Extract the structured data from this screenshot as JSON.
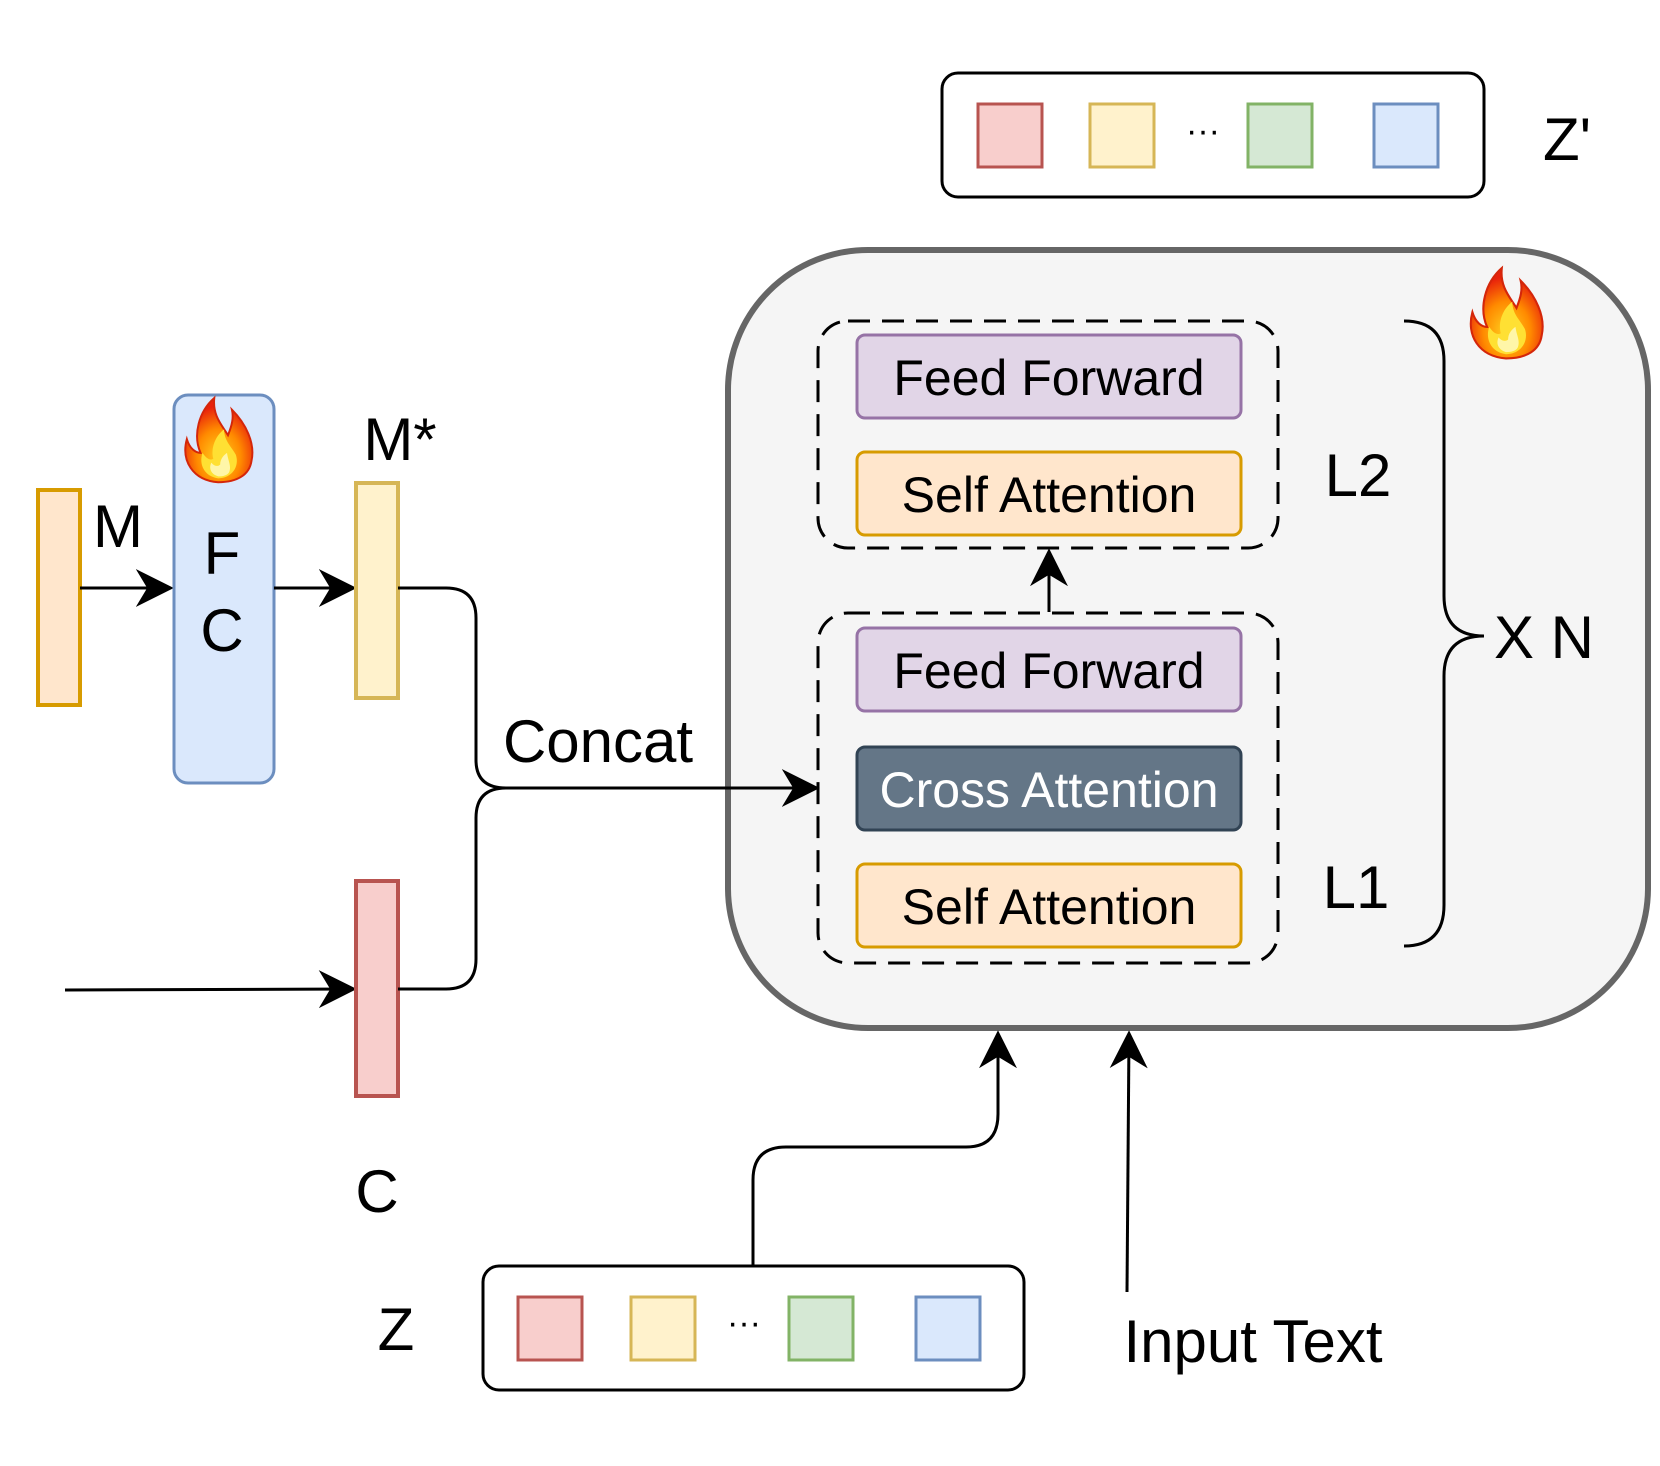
{
  "labels": {
    "m": "M",
    "fc_f": "F",
    "fc_c": "C",
    "m_star": "M*",
    "c": "C",
    "concat": "Concat",
    "z": "Z",
    "z_prime": "Z'",
    "ellipsis": "···",
    "input_text": "Input Text",
    "xn": "X N",
    "l1": "L1",
    "l2": "L2"
  },
  "blocks": {
    "l2_feed_forward": "Feed Forward",
    "l2_self_attention": "Self Attention",
    "l1_feed_forward": "Feed Forward",
    "l1_cross_attention": "Cross Attention",
    "l1_self_attention": "Self Attention"
  },
  "colors": {
    "orange_fill": "#ffe6cc",
    "orange_stroke": "#d79b00",
    "yellow_fill": "#fff2cc",
    "yellow_stroke": "#d6b656",
    "red_fill": "#f8cecc",
    "red_stroke": "#b85450",
    "green_fill": "#d5e8d4",
    "green_stroke": "#82b366",
    "blue_fill": "#dae8fc",
    "blue_stroke": "#6c8ebf",
    "purple_fill": "#e1d5e7",
    "purple_stroke": "#9673a6",
    "dark_fill": "#647687",
    "dark_stroke": "#314354",
    "container_fill": "#f5f5f5",
    "container_stroke": "#666666"
  },
  "icons": [
    "fire-icon",
    "fire-icon"
  ]
}
